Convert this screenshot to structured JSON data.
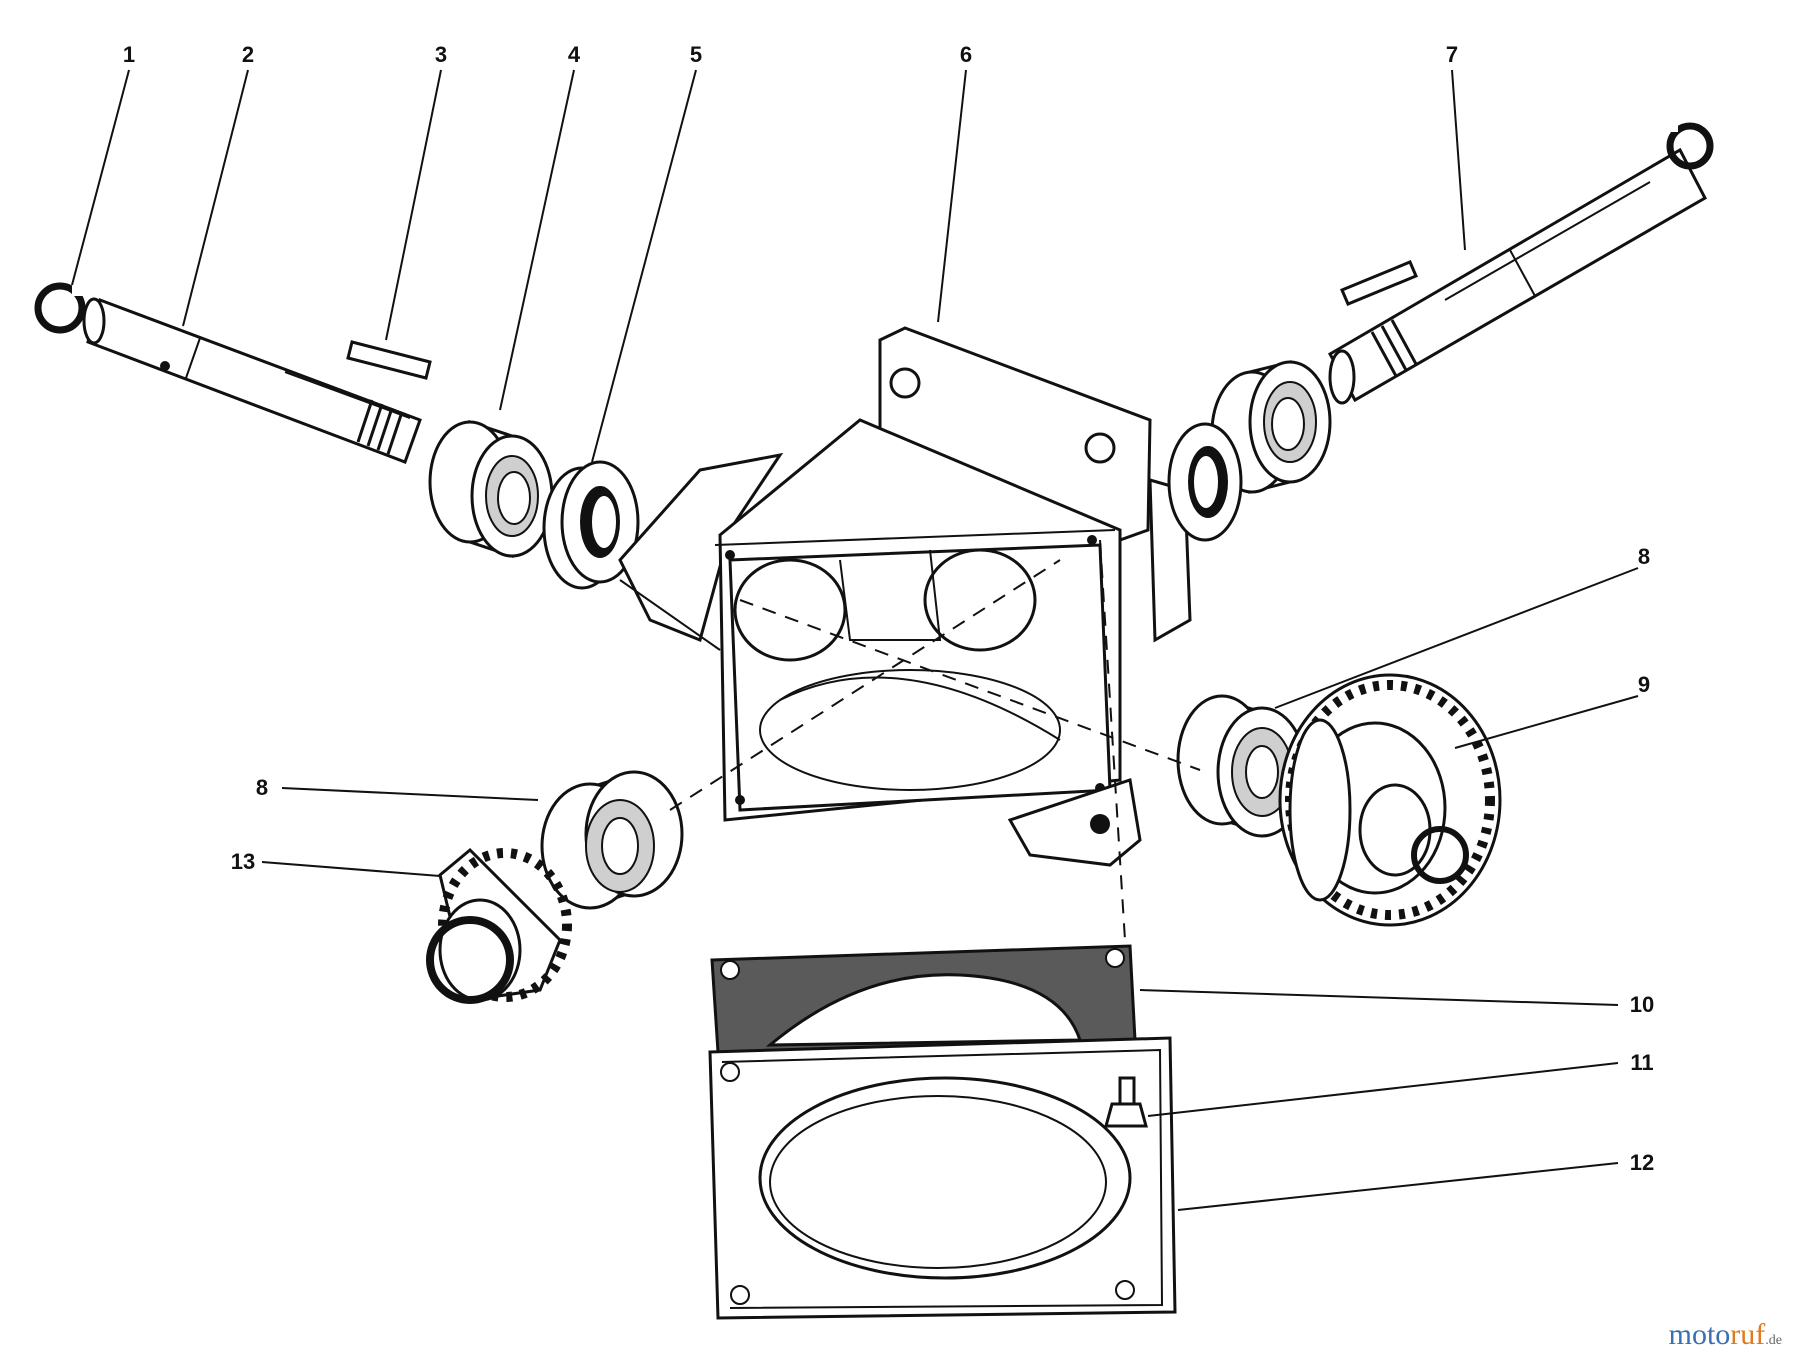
{
  "callouts": {
    "c1": "1",
    "c2": "2",
    "c3": "3",
    "c4": "4",
    "c5": "5",
    "c6": "6",
    "c7": "7",
    "c8a": "8",
    "c8b": "8",
    "c9": "9",
    "c10": "10",
    "c11": "11",
    "c12": "12",
    "c13": "13"
  },
  "watermark": {
    "part1": "moto",
    "part2": "ruf",
    "suffix": ".de"
  }
}
